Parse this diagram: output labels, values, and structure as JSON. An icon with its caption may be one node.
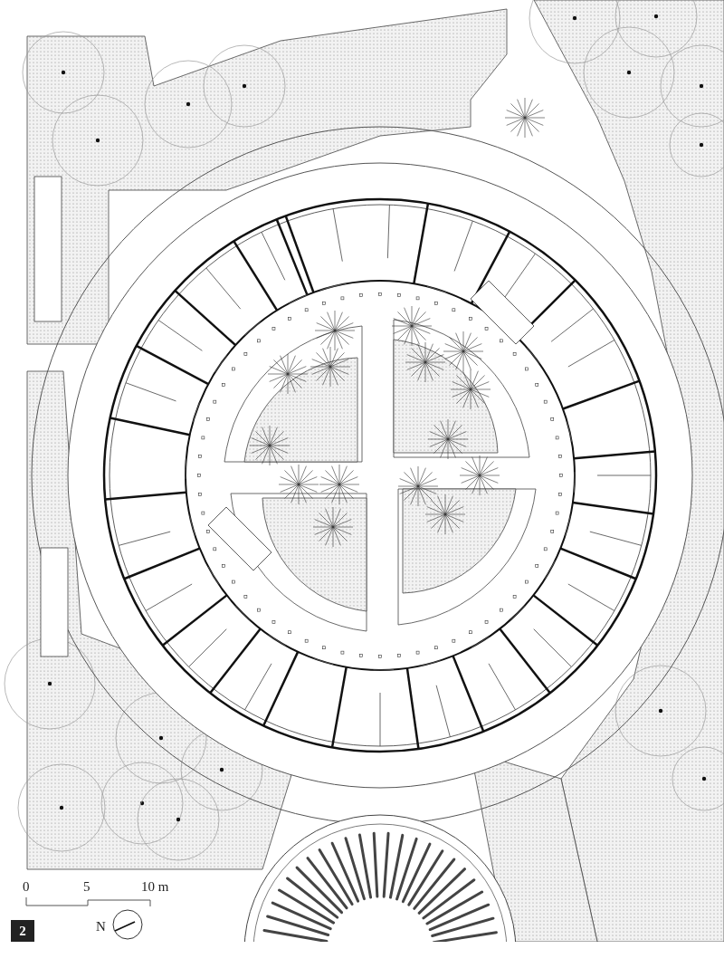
{
  "diagram": {
    "labels": [
      "0",
      "5",
      "10 m",
      "2",
      "N"
    ]
  }
}
